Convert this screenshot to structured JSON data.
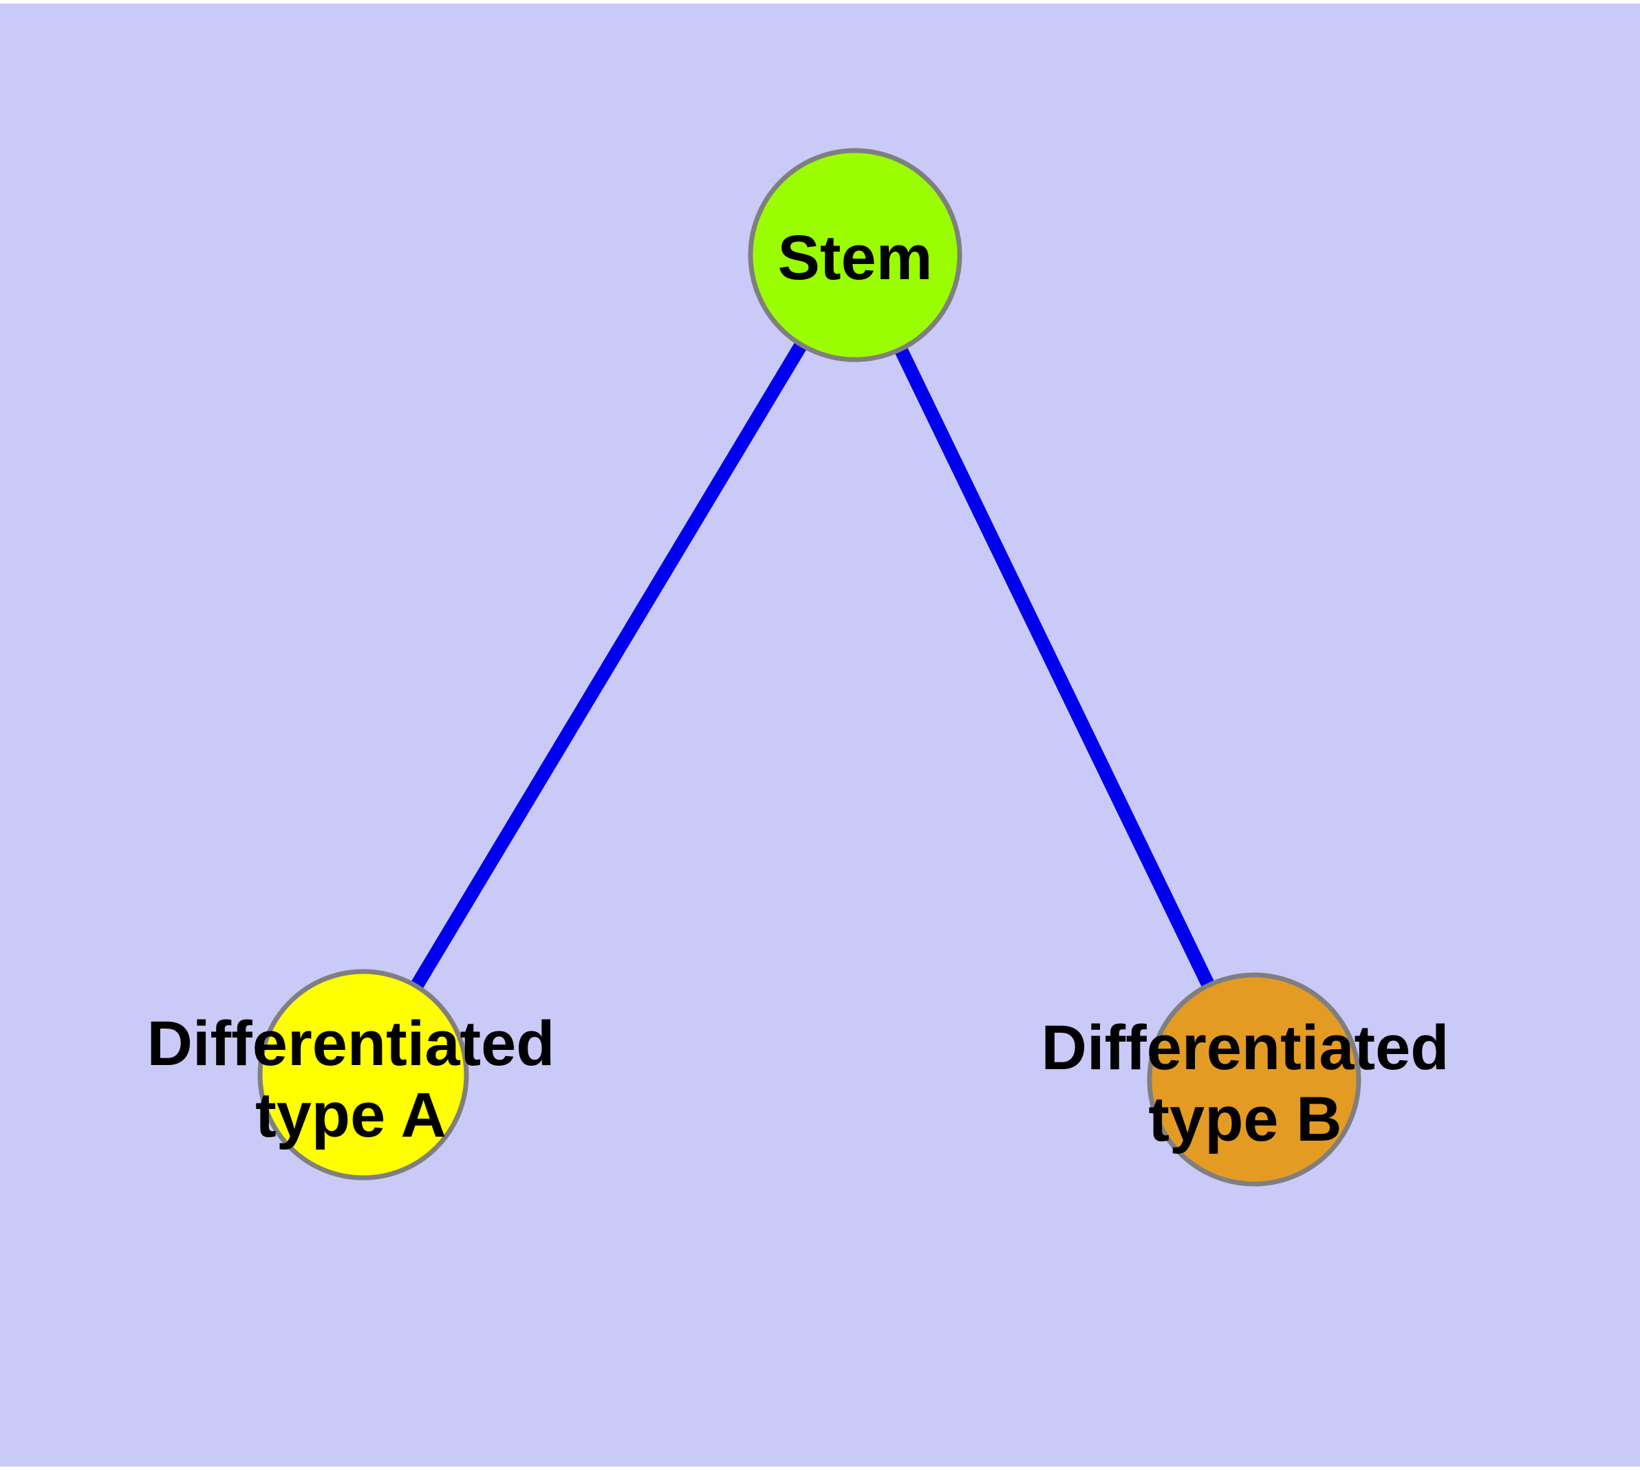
{
  "figure": {
    "type": "node-link-diagram",
    "background_color": "#CACAF9",
    "margin_color": "#FFFFFF",
    "text_color": "#000000"
  },
  "graph": {
    "edge_color": "#0000EE",
    "node_border_color": "#7F7F7F",
    "nodes": {
      "stem": {
        "label": "Stem",
        "color": "#9AFE00"
      },
      "type_a": {
        "label_line1": "Differentiated",
        "label_line2": "type A",
        "label_full": "Differentiated type A",
        "color": "#FFFF00"
      },
      "type_b": {
        "label_line1": "Differentiated",
        "label_line2": "type B",
        "label_full": "Differentiated type B",
        "color": "#E49B23"
      }
    },
    "edges": [
      {
        "from": "Stem",
        "to": "Differentiated type A"
      },
      {
        "from": "Stem",
        "to": "Differentiated type B"
      }
    ]
  }
}
